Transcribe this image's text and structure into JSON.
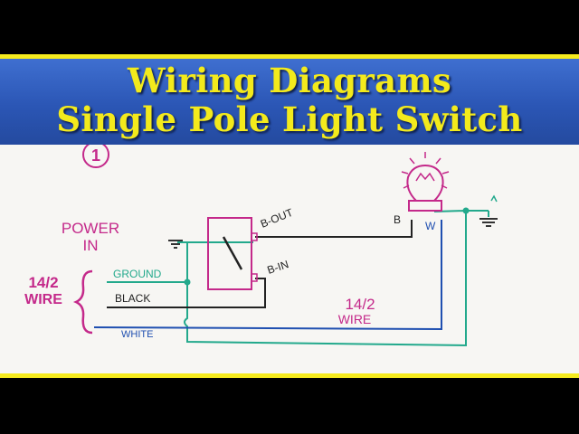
{
  "title": {
    "line1": "Wiring Diagrams",
    "line2": "Single Pole Light Switch"
  },
  "diagram": {
    "step_number": "1",
    "power_in": [
      "POWER",
      "IN"
    ],
    "cable_left": [
      "14/2",
      "WIRE"
    ],
    "cable_right": [
      "14/2",
      "WIRE"
    ],
    "wire_labels": {
      "ground": "GROUND",
      "black": "BLACK",
      "white": "WHITE"
    },
    "switch_terminals": {
      "out": "B-OUT",
      "in": "B-IN"
    },
    "lamp_terminals": {
      "black": "B",
      "white": "W"
    },
    "colors": {
      "ground_wire": "#23a98c",
      "hot_wire": "#222222",
      "neutral_wire": "#1f4fb0",
      "marker_magenta": "#c4298a",
      "banner_blue": "#2f5fc4",
      "title_yellow": "#f3ea1c"
    },
    "icons": [
      "light-bulb-icon",
      "ground-symbol-icon"
    ]
  }
}
